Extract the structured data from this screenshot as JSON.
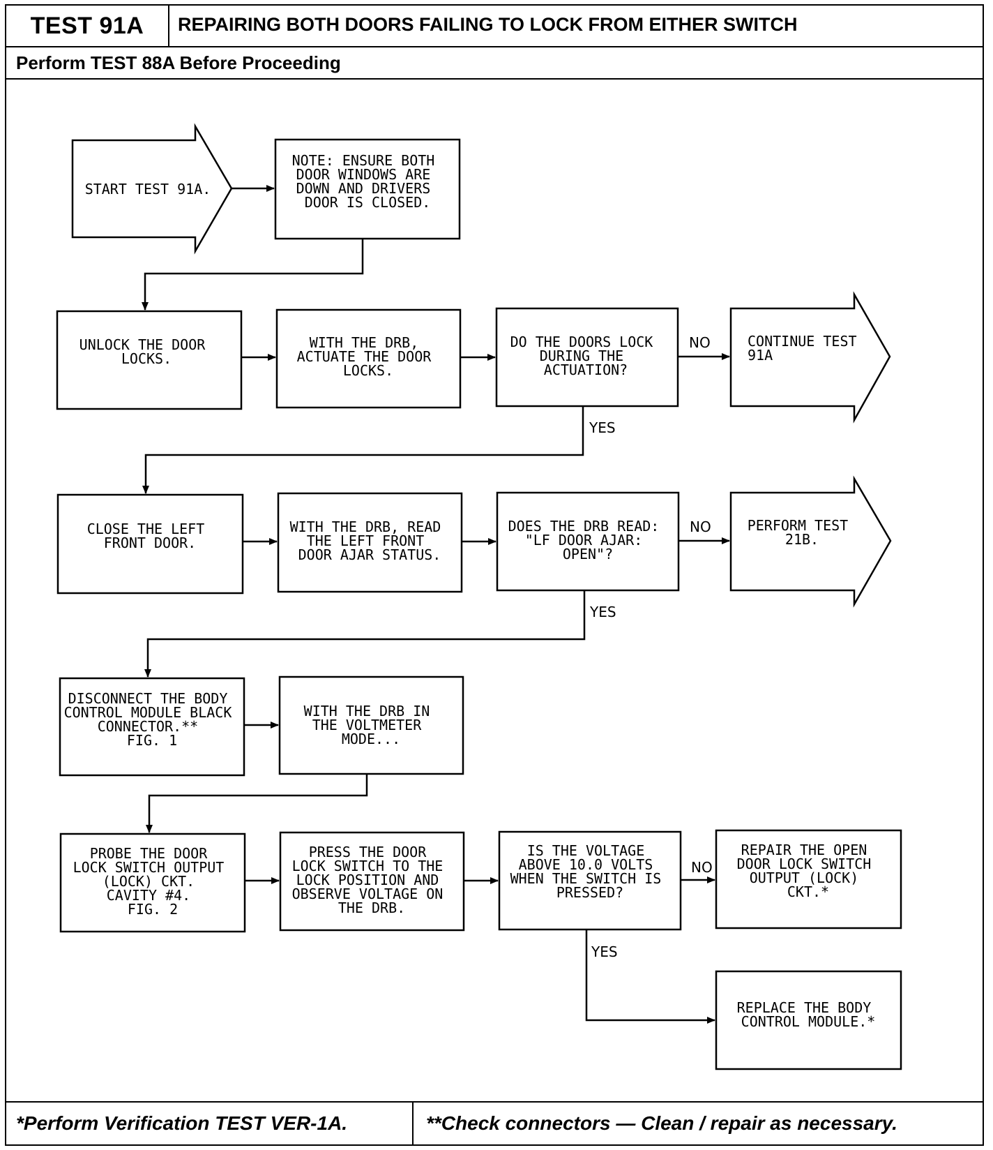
{
  "header": {
    "test_id": "TEST 91A",
    "title": "REPAIRING BOTH DOORS FAILING TO LOCK FROM EITHER SWITCH",
    "prerequisite": "Perform TEST 88A Before Proceeding"
  },
  "flow": {
    "start": [
      "START TEST 91A."
    ],
    "note": [
      "NOTE: ENSURE BOTH",
      "DOOR WINDOWS ARE",
      "DOWN AND DRIVERS",
      "DOOR IS CLOSED."
    ],
    "unlock": [
      "UNLOCK THE DOOR",
      "LOCKS."
    ],
    "actuate": [
      "WITH THE DRB,",
      "ACTUATE THE DOOR",
      "LOCKS."
    ],
    "q_lock": [
      "DO THE DOORS LOCK",
      "DURING THE",
      "ACTUATION?"
    ],
    "continue": [
      "CONTINUE TEST",
      "91A"
    ],
    "close_lf": [
      "CLOSE THE LEFT",
      "FRONT DOOR."
    ],
    "read_ajar": [
      "WITH THE DRB, READ",
      "THE LEFT FRONT",
      "DOOR AJAR STATUS."
    ],
    "q_ajar": [
      "DOES THE DRB READ:",
      "\"LF DOOR AJAR:",
      "OPEN\"?"
    ],
    "perform_21b": [
      "PERFORM TEST",
      "21B."
    ],
    "disconnect": [
      "DISCONNECT THE BODY",
      "CONTROL MODULE BLACK",
      "CONNECTOR.**",
      "",
      "FIG. 1"
    ],
    "voltmeter": [
      "WITH THE DRB IN",
      "THE VOLTMETER",
      "MODE..."
    ],
    "probe": [
      "PROBE THE DOOR",
      "LOCK SWITCH OUTPUT",
      "(LOCK) CKT.",
      "CAVITY #4.",
      "FIG. 2"
    ],
    "press": [
      "PRESS THE DOOR",
      "LOCK SWITCH TO THE",
      "LOCK POSITION AND",
      "OBSERVE VOLTAGE ON",
      "THE DRB."
    ],
    "q_voltage": [
      "IS THE VOLTAGE",
      "ABOVE 10.0 VOLTS",
      "WHEN THE SWITCH IS",
      "PRESSED?"
    ],
    "repair": [
      "REPAIR THE OPEN",
      "DOOR LOCK SWITCH",
      "OUTPUT (LOCK)",
      "CKT.*"
    ],
    "replace": [
      "REPLACE THE BODY",
      "CONTROL MODULE.*"
    ],
    "labels": {
      "no": "NO",
      "yes": "YES"
    }
  },
  "footer": {
    "left": "*Perform Verification TEST VER-1A.",
    "right": "**Check connectors — Clean / repair as necessary."
  }
}
